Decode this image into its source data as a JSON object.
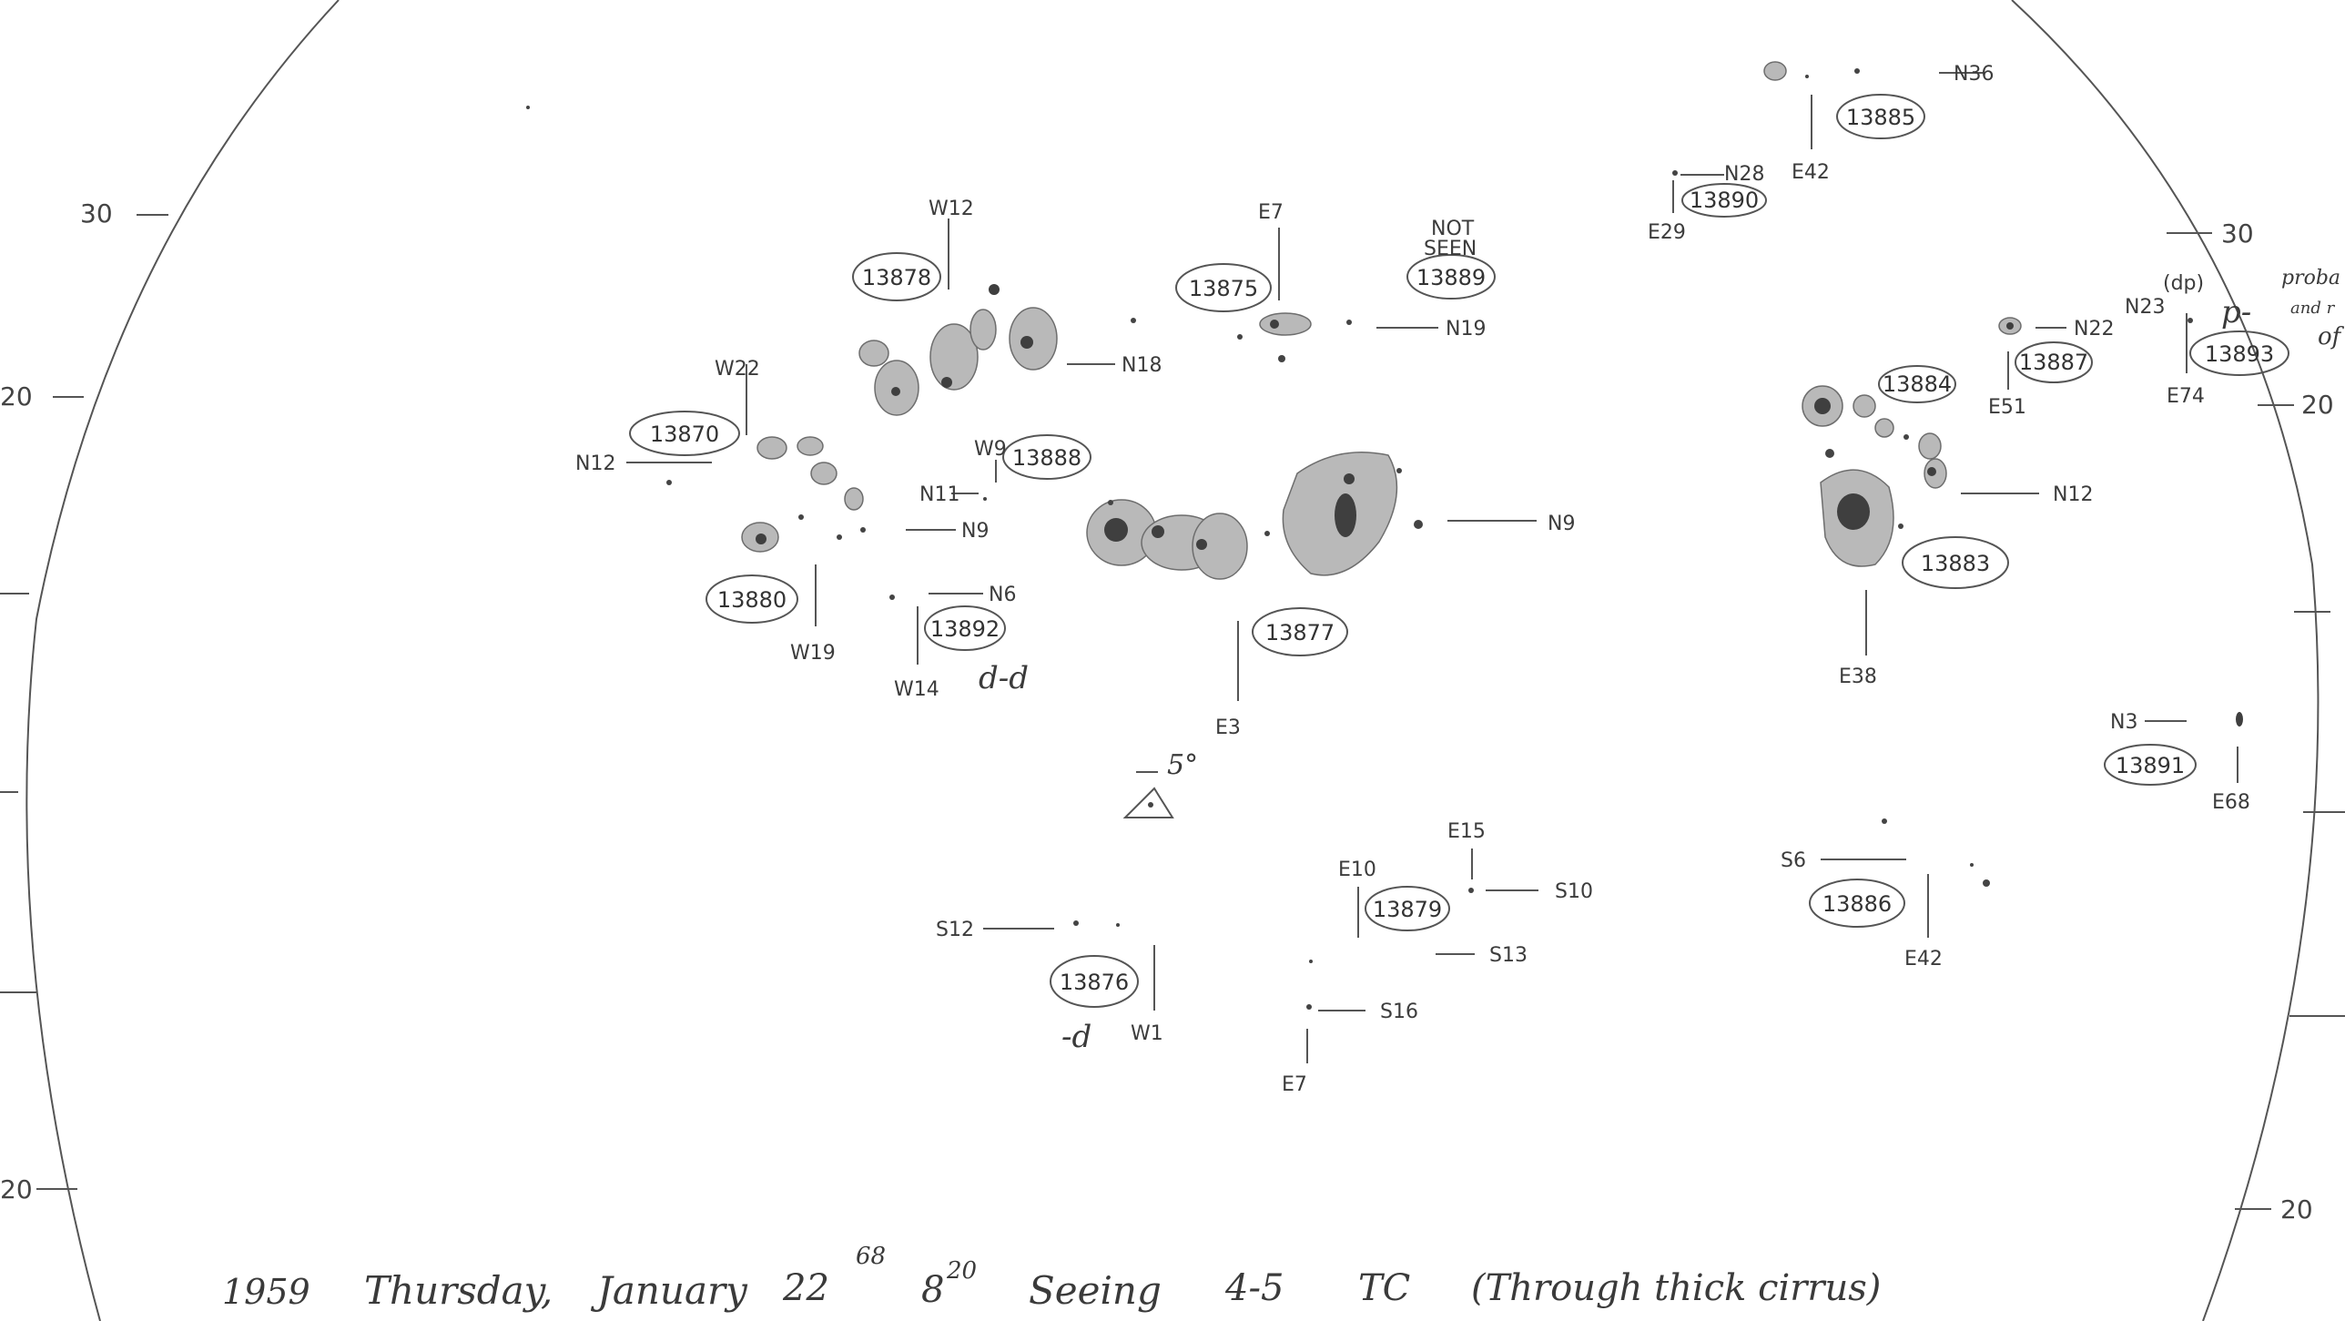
{
  "grid_labels": [
    {
      "id": "left-30",
      "text": "30"
    },
    {
      "id": "left-20",
      "text": "20"
    },
    {
      "id": "left-s20",
      "text": "20"
    },
    {
      "id": "right-30",
      "text": "30"
    },
    {
      "id": "right-20",
      "text": "20"
    },
    {
      "id": "right-s20",
      "text": "20"
    }
  ],
  "groups": [
    {
      "number": "13870",
      "labels": [
        "W22",
        "N12"
      ]
    },
    {
      "number": "13878",
      "labels": [
        "W12",
        "N18"
      ]
    },
    {
      "number": "13875",
      "labels": [
        "E7",
        "N19"
      ]
    },
    {
      "number": "13889",
      "labels": [
        "NOT",
        "SEEN"
      ]
    },
    {
      "number": "13888",
      "labels": [
        "W9",
        "N11"
      ]
    },
    {
      "number": "13880",
      "labels": [
        "N9",
        "W19"
      ]
    },
    {
      "number": "13892",
      "labels": [
        "N6",
        "W14"
      ]
    },
    {
      "number": "13877",
      "labels": [
        "N9",
        "E3"
      ]
    },
    {
      "number": "13885",
      "labels": [
        "N36",
        "E42"
      ]
    },
    {
      "number": "13890",
      "labels": [
        "N28",
        "E29"
      ]
    },
    {
      "number": "13887",
      "labels": [
        "N22",
        "E51"
      ]
    },
    {
      "number": "13893",
      "labels": [
        "N23",
        "(dp)",
        "E74"
      ]
    },
    {
      "number": "13884",
      "labels": []
    },
    {
      "number": "13883",
      "labels": [
        "N12",
        "E38"
      ]
    },
    {
      "number": "13891",
      "labels": [
        "N3",
        "E68"
      ]
    },
    {
      "number": "13886",
      "labels": [
        "S6",
        "E42"
      ]
    },
    {
      "number": "13879",
      "labels": [
        "E15",
        "E10",
        "S10",
        "S13",
        "S16",
        "E7"
      ]
    },
    {
      "number": "13876",
      "labels": [
        "S12",
        "W1"
      ]
    }
  ],
  "annotations": {
    "d_d": "d-d",
    "d_mark": "-d",
    "p_mark": "p-",
    "right_note_1": "proba",
    "right_note_2": "and r",
    "right_note_3": "of",
    "tilt": "5°"
  },
  "footer": {
    "year": "1959",
    "day": "Thursday,",
    "month": "January",
    "date": "22",
    "date_frac": "68",
    "time": "8",
    "time_sup": "20",
    "seeing_label": "Seeing",
    "seeing_value": "4-5",
    "tc": "TC",
    "note": "(Through thick cirrus)"
  }
}
